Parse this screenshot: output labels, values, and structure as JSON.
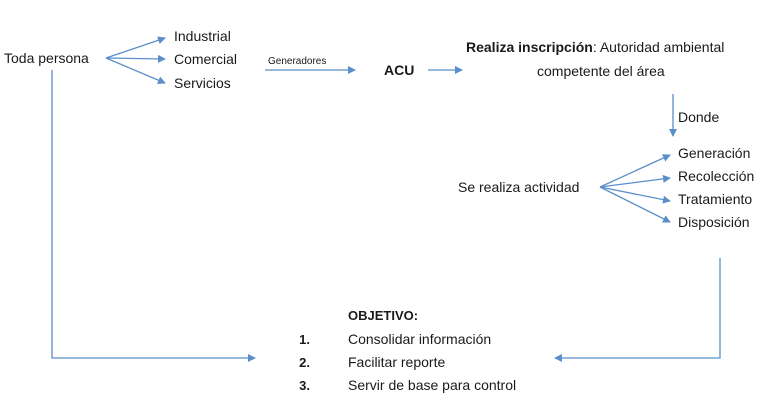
{
  "origin": "Toda persona",
  "sectors": [
    "Industrial",
    "Comercial",
    "Servicios"
  ],
  "link_label": "Generadores",
  "acu": "ACU",
  "registration": {
    "bold": "Realiza inscripción",
    "rest": ": Autoridad ambiental",
    "line2": "competente del área"
  },
  "where_label": "Donde",
  "activity": "Se realiza actividad",
  "activities": [
    "Generación",
    "Recolección",
    "Tratamiento",
    "Disposición"
  ],
  "objective": {
    "title": "OBJETIVO:",
    "items": [
      {
        "num": "1.",
        "text": "Consolidar información"
      },
      {
        "num": "2.",
        "text": "Facilitar reporte"
      },
      {
        "num": "3.",
        "text": "Servir de base para control"
      }
    ]
  },
  "colors": {
    "arrow": "#5b8fc9",
    "text": "#1a1a1a"
  }
}
